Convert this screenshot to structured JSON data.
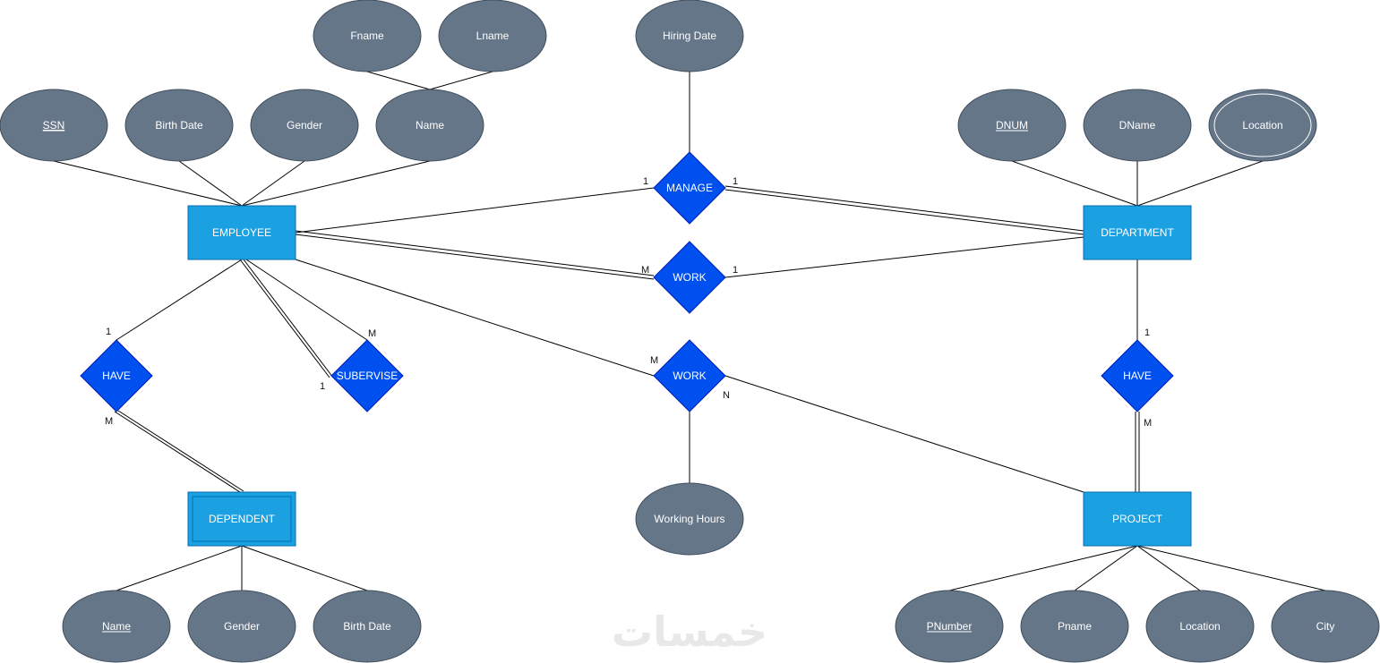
{
  "colors": {
    "attribute_fill": "#667689",
    "attribute_stroke": "#3f4e5e",
    "entity_fill": "#1ba1e2",
    "entity_stroke": "#006eaf",
    "relationship_fill": "#0050ef",
    "relationship_stroke": "#001dbc",
    "line": "#000000",
    "watermark": "#e8e8e8"
  },
  "entities": {
    "employee": "EMPLOYEE",
    "department": "DEPARTMENT",
    "dependent": "DEPENDENT",
    "project": "PROJECT"
  },
  "relationships": {
    "manage": "MANAGE",
    "work_dept": "WORK",
    "work_project": "WORK",
    "have_dependent": "HAVE",
    "subervise": "SUBERVISE",
    "have_project": "HAVE"
  },
  "attributes": {
    "fname": "Fname",
    "lname": "Lname",
    "ssn": "SSN",
    "emp_birth_date": "Birth Date",
    "emp_gender": "Gender",
    "emp_name": "Name",
    "hiring_date": "Hiring Date",
    "dnum": "DNUM",
    "dname": "DName",
    "dept_location": "Location",
    "working_hours": "Working Hours",
    "dep_name": "Name",
    "dep_gender": "Gender",
    "dep_birth_date": "Birth Date",
    "pnumber": "PNumber",
    "pname": "Pname",
    "proj_location": "Location",
    "city": "City"
  },
  "cardinalities": {
    "manage_employee": "1",
    "manage_department": "1",
    "work_employee": "M",
    "work_department": "1",
    "have_employee": "1",
    "have_dependent": "M",
    "subervise_top": "M",
    "subervise_bottom": "1",
    "workp_employee": "M",
    "workp_project": "N",
    "havep_department": "1",
    "havep_project": "M"
  },
  "watermark": "خمسات"
}
